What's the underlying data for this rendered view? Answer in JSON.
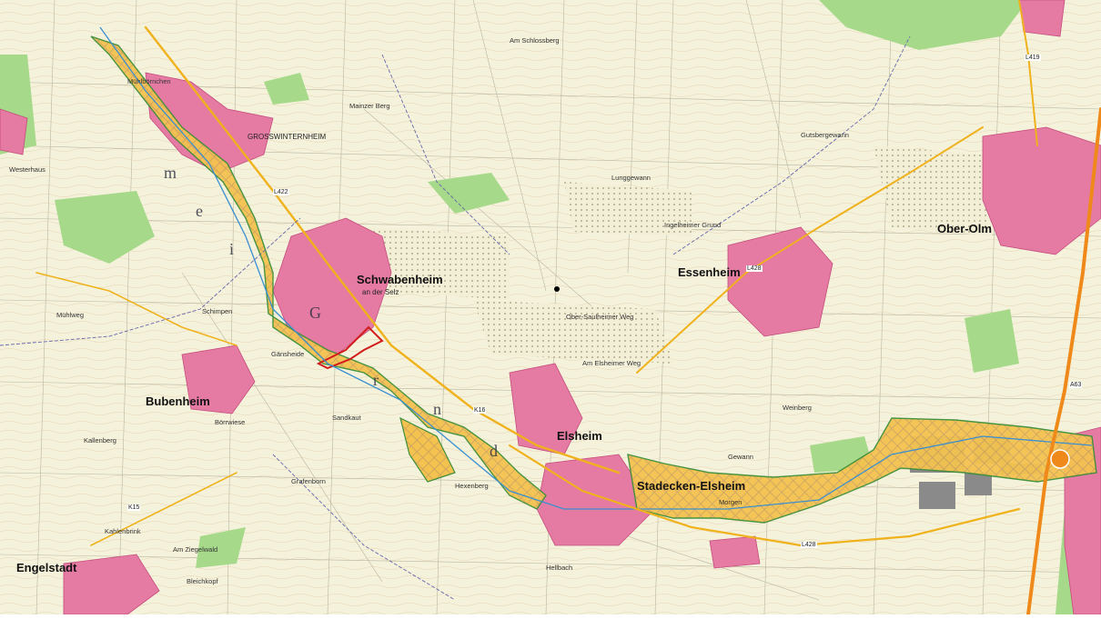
{
  "map": {
    "colors": {
      "background": "#f5f2dc",
      "settlement": "#e57aa2",
      "settlement_dark": "#c44c7d",
      "forest": "#a6d98a",
      "vineyard": "#c9c7a8",
      "protected_area_fill": "#f4c24f",
      "protected_area_border": "#3f8f3a",
      "highlight_outline": "#d21c1c",
      "main_road": "#f0b21c",
      "highway": "#ef8a1a",
      "stream": "#3a8fd0",
      "boundary": "#6666aa",
      "industry": "#8a8a8a"
    },
    "towns": {
      "schwabenheim": "Schwabenheim",
      "schwabenheim_sub": "an der Selz",
      "essenheim": "Essenheim",
      "ober_olm": "Ober-Olm",
      "bubenheim": "Bubenheim",
      "elsheim": "Elsheim",
      "stadecken": "Stadecken-Elsheim",
      "engelstadt": "Engelstadt",
      "grosswinternheim": "GROSSWINTERNHEIM"
    },
    "places": {
      "a": "Ingelheimer Grund",
      "b": "Am Schlossberg",
      "c": "Westerhaus",
      "d": "Mühlbörnchen",
      "e": "Schimpen",
      "f": "Mainzer Berg",
      "g": "Lunggewann",
      "h": "Gutsbergewann",
      "i": "Ober-Saulheimer Weg",
      "j": "Sandkaut",
      "k": "Kallenberg",
      "l": "Bleichkopf",
      "m": "Weinberg",
      "n": "Gewann",
      "o": "Am Ziegelwald",
      "p": "Kahlenbrink",
      "q": "Morgen",
      "r": "Hexenberg",
      "s": "Mühlweg",
      "t": "Grafenborn",
      "u": "Hellbach",
      "v": "Gänsheide",
      "w": "Am Elsheimer Weg",
      "x": "Börrwiese"
    },
    "road_numbers": {
      "r1": "L422",
      "r2": "K16",
      "r3": "L428",
      "r4": "L419",
      "r5": "L428",
      "r6": "K15",
      "r7": "A63"
    },
    "river_label": {
      "letters": [
        "m",
        "e",
        "i",
        "G",
        "r",
        "n",
        "d"
      ]
    }
  }
}
